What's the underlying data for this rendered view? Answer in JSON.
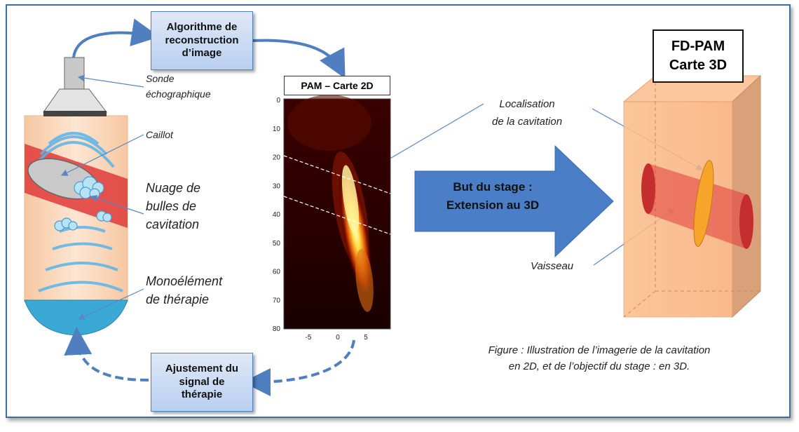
{
  "boxes": {
    "algo": "Algorithme de\nreconstruction\nd’image",
    "ajust": "Ajustement du\nsignal de\nthérapie"
  },
  "labels": {
    "sonde": "Sonde\néchographique",
    "caillot": "Caillot",
    "nuage": "Nuage de\nbulles de\ncavitation",
    "mono": "Monoélément\nde thérapie",
    "localisation": "Localisation\nde la cavitation",
    "vaisseau": "Vaisseau"
  },
  "heatmap": {
    "title": "PAM – Carte 2D",
    "y_ticks": [
      "0",
      "10",
      "20",
      "30",
      "40",
      "50",
      "60",
      "70",
      "80"
    ],
    "x_ticks": [
      "-5",
      "0",
      "5"
    ]
  },
  "big_arrow": "But du stage :\nExtension au 3D",
  "fdpam": "FD-PAM\nCarte 3D",
  "caption": "Figure : Illustration de l’imagerie de la cavitation\nen 2D, et de l’objectif du stage : en 3D.",
  "colors": {
    "box_border": "#4f81bd",
    "arrow_blue": "#4f7fbf",
    "tissue": "#fbd7bd",
    "vessel_red": "#e03a3a",
    "transducer": "#3ba9d6"
  }
}
